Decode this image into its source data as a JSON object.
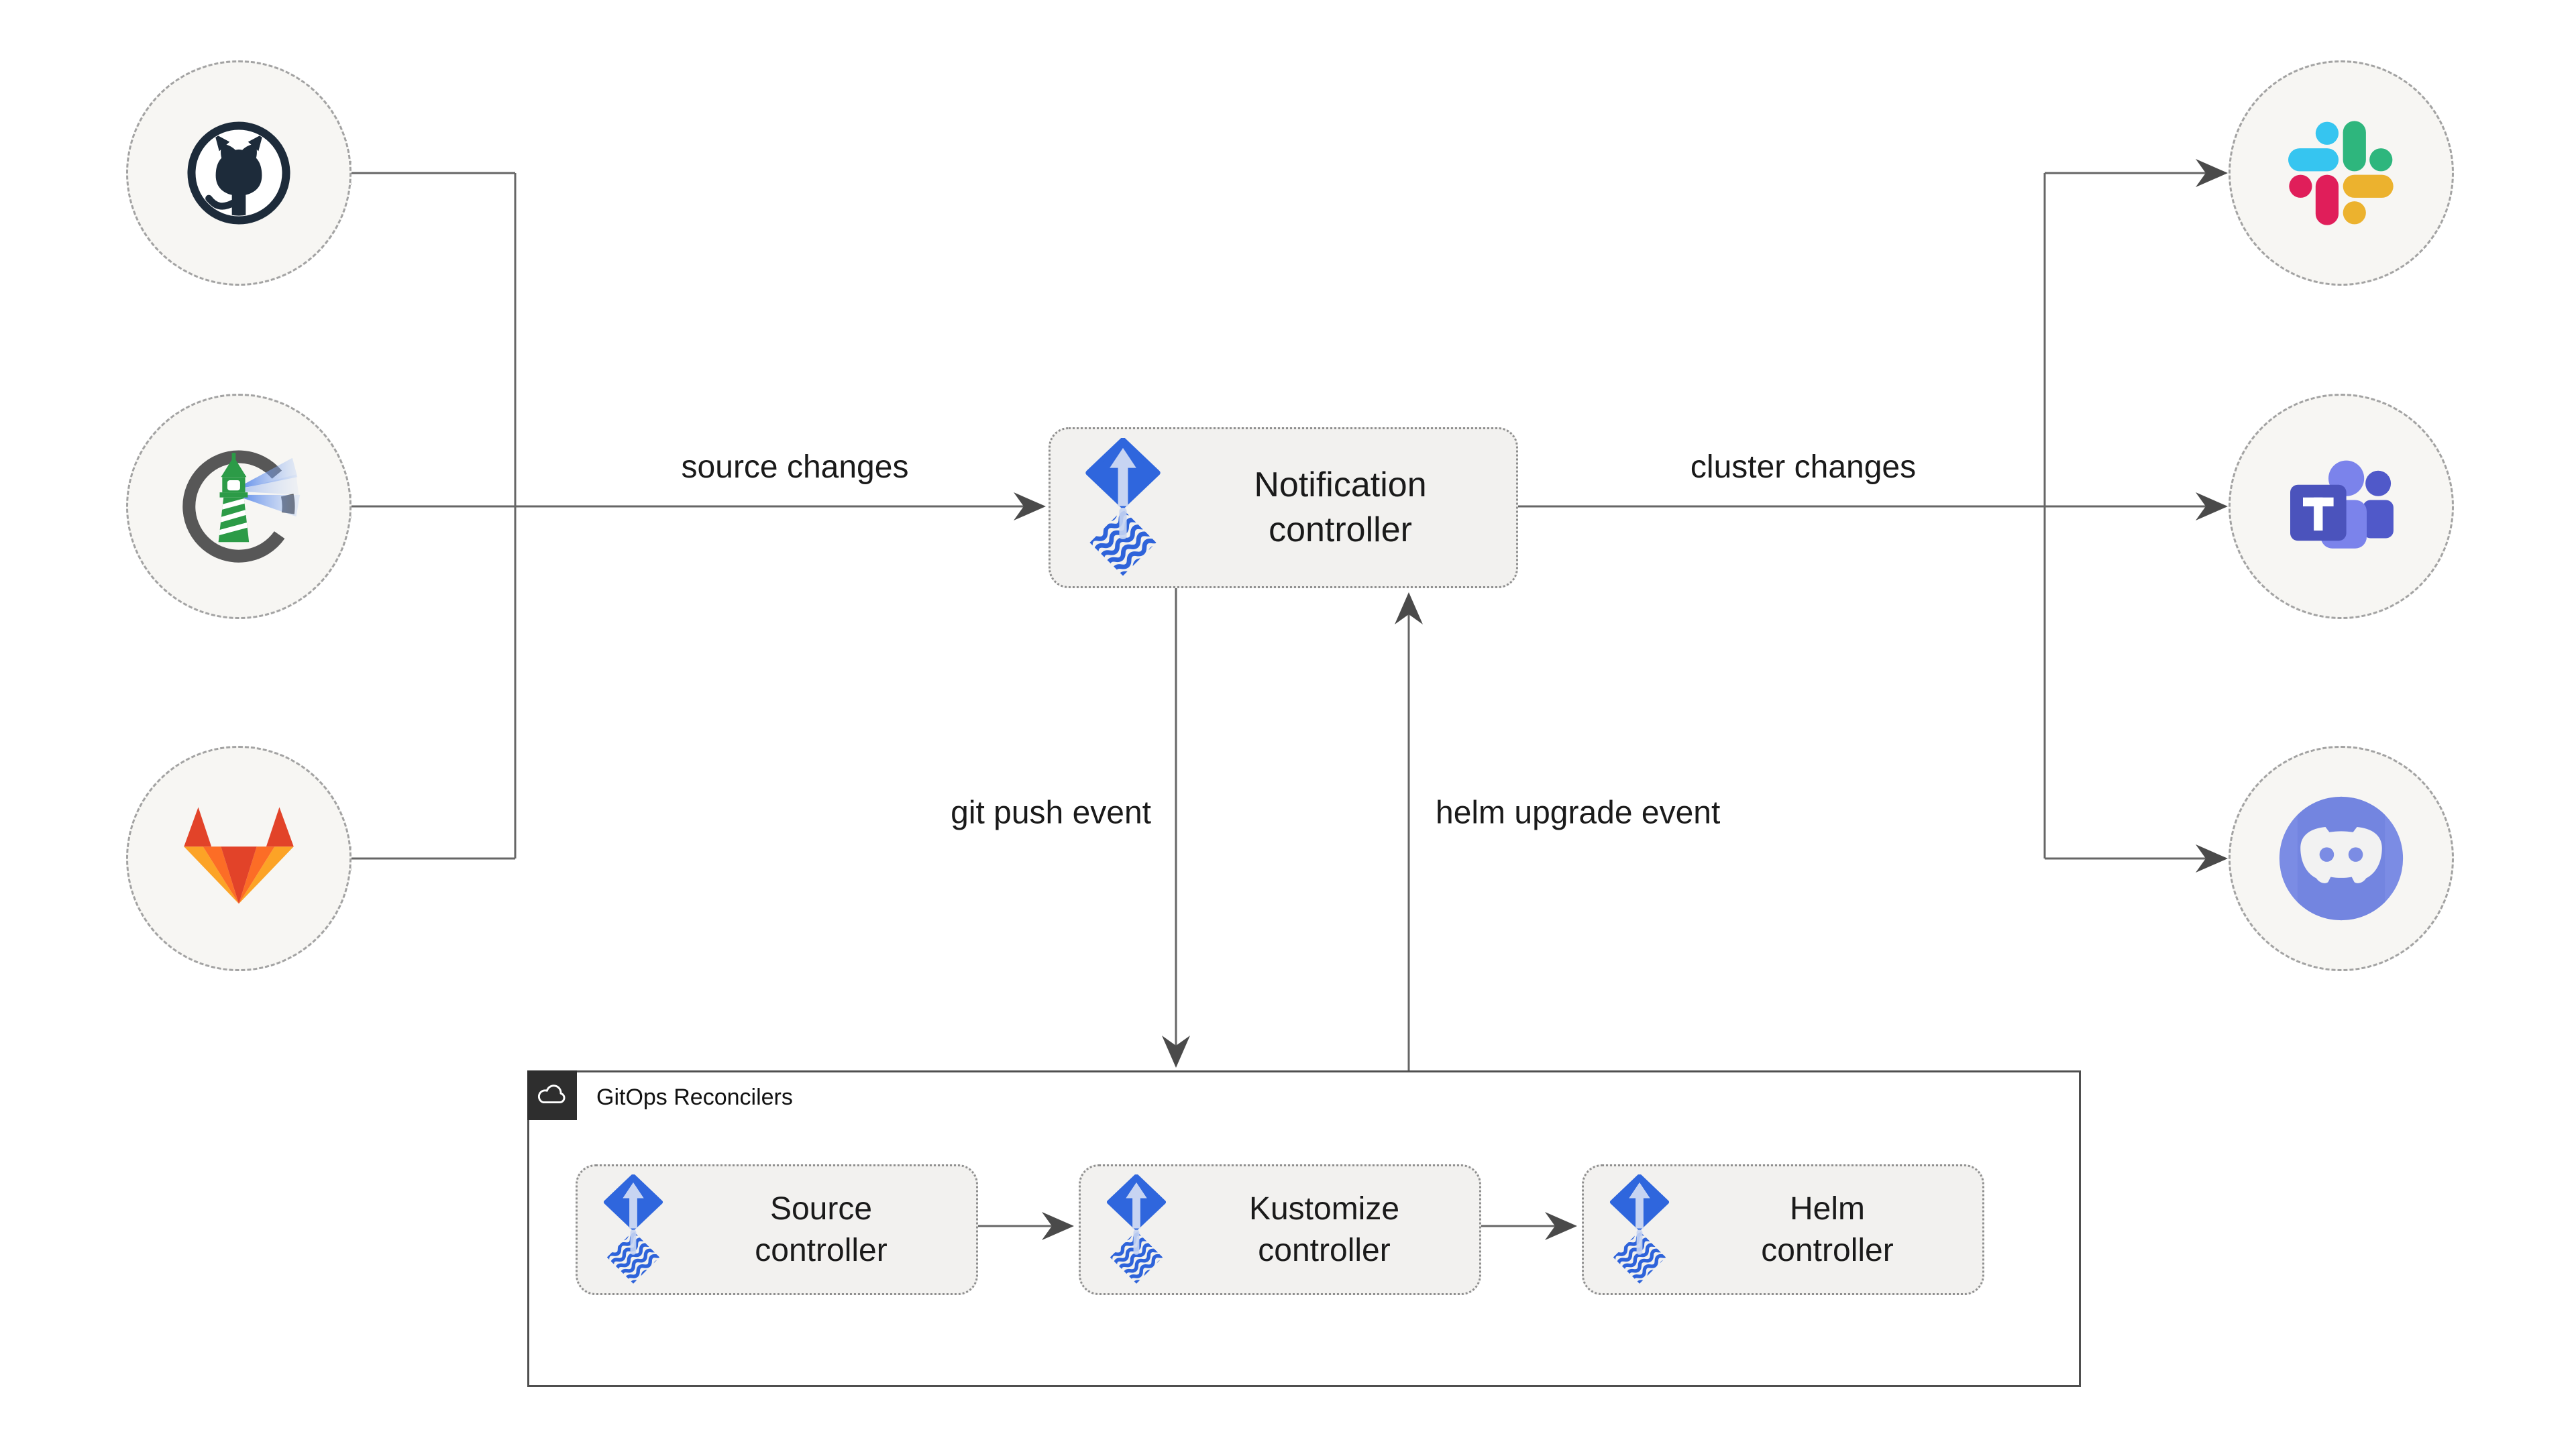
{
  "palette": {
    "background": "#ffffff",
    "node_fill": "#f2f1ef",
    "node_border": "#8f8f8f",
    "circle_fill": "#f7f6f3",
    "circle_border": "#a3a3a3",
    "line": "#666666",
    "arrowhead": "#4a4a4a",
    "container_border": "#4f4f4f",
    "badge_background": "#2e2e2e",
    "text": "#1a1a1a",
    "flux_blue": "#2f66dd",
    "flux_arrow_light": "#c7d4f2",
    "github_dark": "#1d2b3a",
    "harbor_green": "#2c9b47",
    "slack_blue": "#36c5f0",
    "slack_green": "#2eb67d",
    "slack_red": "#e01e5a",
    "slack_yellow": "#ecb22e",
    "gitlab_red": "#e24329",
    "gitlab_orange": "#fc6d26",
    "gitlab_yellow": "#fca326",
    "teams_purple": "#4b53bc",
    "discord_blurple": "#7b8ce4"
  },
  "sources": [
    {
      "icon": "github-icon"
    },
    {
      "icon": "harbor-icon"
    },
    {
      "icon": "gitlab-icon"
    }
  ],
  "targets": [
    {
      "icon": "slack-icon"
    },
    {
      "icon": "teams-icon"
    },
    {
      "icon": "discord-icon"
    }
  ],
  "notification": {
    "line1": "Notification",
    "line2": "controller"
  },
  "edges": {
    "source_changes": "source changes",
    "cluster_changes": "cluster changes",
    "git_push": "git push event",
    "helm_upgrade": "helm upgrade event"
  },
  "reconcilers": {
    "label": "GitOps Reconcilers",
    "boxes": [
      {
        "line1": "Source",
        "line2": "controller"
      },
      {
        "line1": "Kustomize",
        "line2": "controller"
      },
      {
        "line1": "Helm",
        "line2": "controller"
      }
    ]
  }
}
